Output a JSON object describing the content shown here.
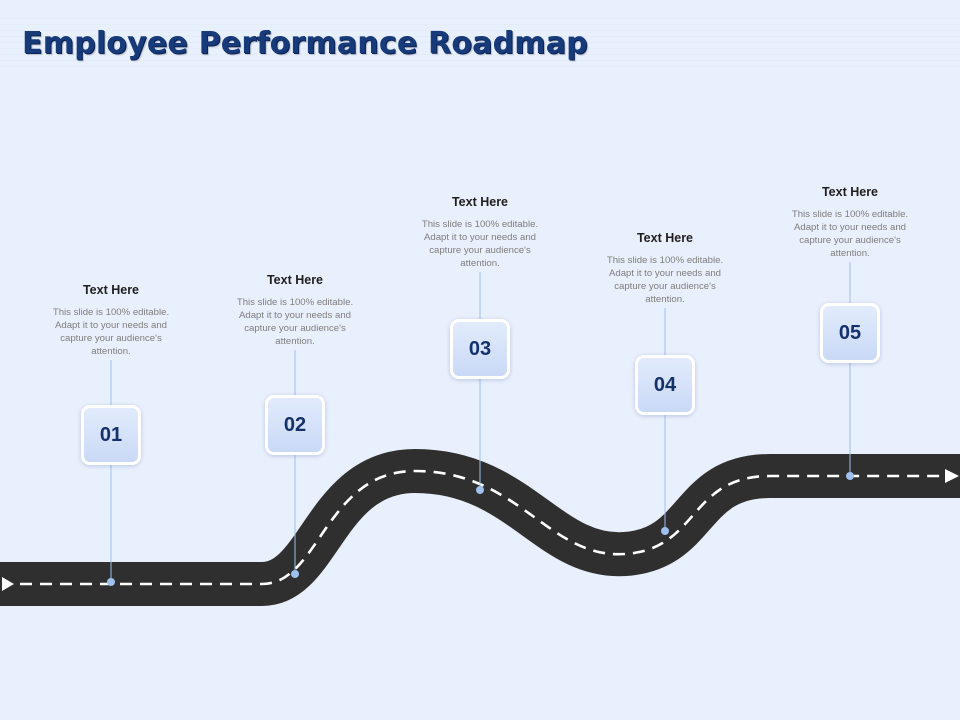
{
  "title": "Employee Performance Roadmap",
  "milestones": [
    {
      "number": "01",
      "heading": "Text Here",
      "description": "This slide is 100% editable. Adapt it to your needs and capture your audience's attention."
    },
    {
      "number": "02",
      "heading": "Text Here",
      "description": "This slide is 100% editable. Adapt it to your needs and capture your audience's attention."
    },
    {
      "number": "03",
      "heading": "Text Here",
      "description": "This slide is 100% editable. Adapt it to your needs and capture your audience's attention."
    },
    {
      "number": "04",
      "heading": "Text Here",
      "description": "This slide is 100% editable. Adapt it to your needs and capture your audience's attention."
    },
    {
      "number": "05",
      "heading": "Text Here",
      "description": "This slide is 100% editable. Adapt it to your needs and capture your audience's attention."
    }
  ],
  "colors": {
    "background": "#e9f0fd",
    "road": "#2f2f2f",
    "lane_marking": "#ffffff",
    "title": "#173a7a",
    "box_fill": "#d4e1f9",
    "connector": "#9ec0ee"
  }
}
